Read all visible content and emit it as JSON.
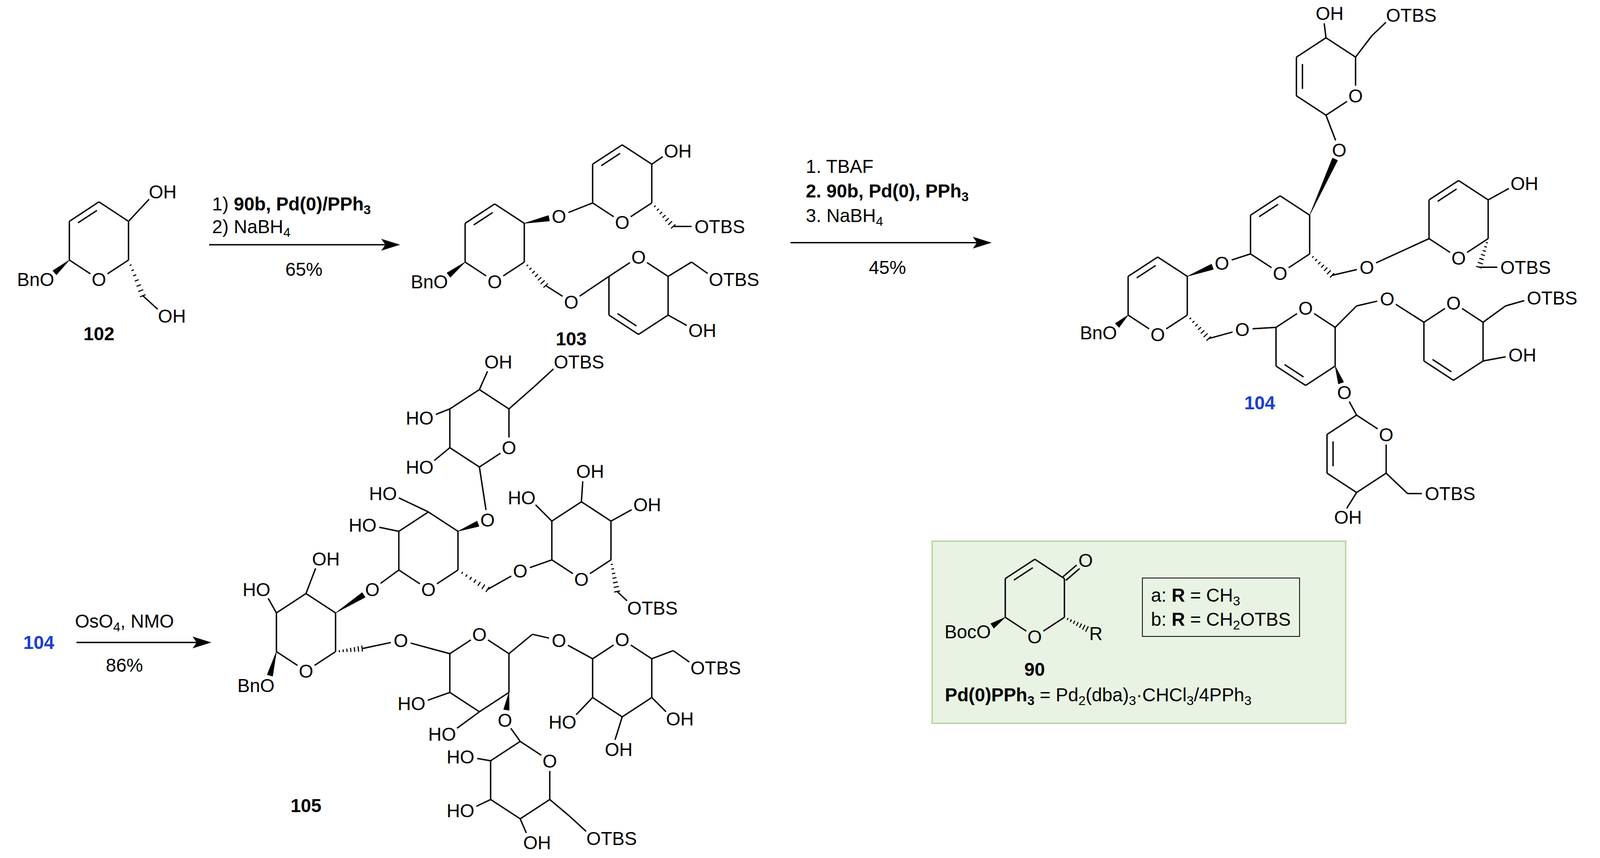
{
  "diagram": {
    "nodes": [
      {
        "text": [
          "O",
          "BocO",
          "O",
          "R",
          "90",
          "Pd(0)PPh3 = Pd2(dba)3·CHCl3/4PPh3"
        ]
      },
      {
        "text": [
          "a: R = CH3",
          "b: R = CH2OTBS"
        ],
        "in": 0
      }
    ],
    "labels": [
      "OH",
      "BnO",
      "O",
      "OH",
      "102",
      "1) 90b, Pd(0)/PPh3",
      "2) NaBH4",
      "65%",
      "BnO",
      "O",
      "O",
      "O",
      "OH",
      "OTBS",
      "O",
      "O",
      "OTBS",
      "OH",
      "103",
      "1. TBAF",
      "2. 90b, Pd(0), PPh3",
      "3. NaBH4",
      "45%",
      "OH",
      "OTBS",
      "O",
      "O",
      "OH",
      "O",
      "O",
      "O",
      "OTBS",
      "BnO",
      "O",
      "O",
      "O",
      "O",
      "O",
      "O",
      "OTBS",
      "OH",
      "O",
      "O",
      "OH",
      "OTBS",
      "104",
      "104",
      "OsO4, NMO",
      "86%",
      "OH",
      "HO",
      "O",
      "BnO",
      "O",
      "O",
      "HO",
      "HO",
      "O",
      "O",
      "O",
      "OH",
      "OTBS",
      "HO",
      "HO",
      "O",
      "OH",
      "HO",
      "OH",
      "O",
      "OTBS",
      "O",
      "HO",
      "HO",
      "O",
      "O",
      "O",
      "OTBS",
      "HO",
      "OH",
      "OH",
      "O",
      "HO",
      "HO",
      "OH",
      "OTBS",
      "105"
    ]
  }
}
